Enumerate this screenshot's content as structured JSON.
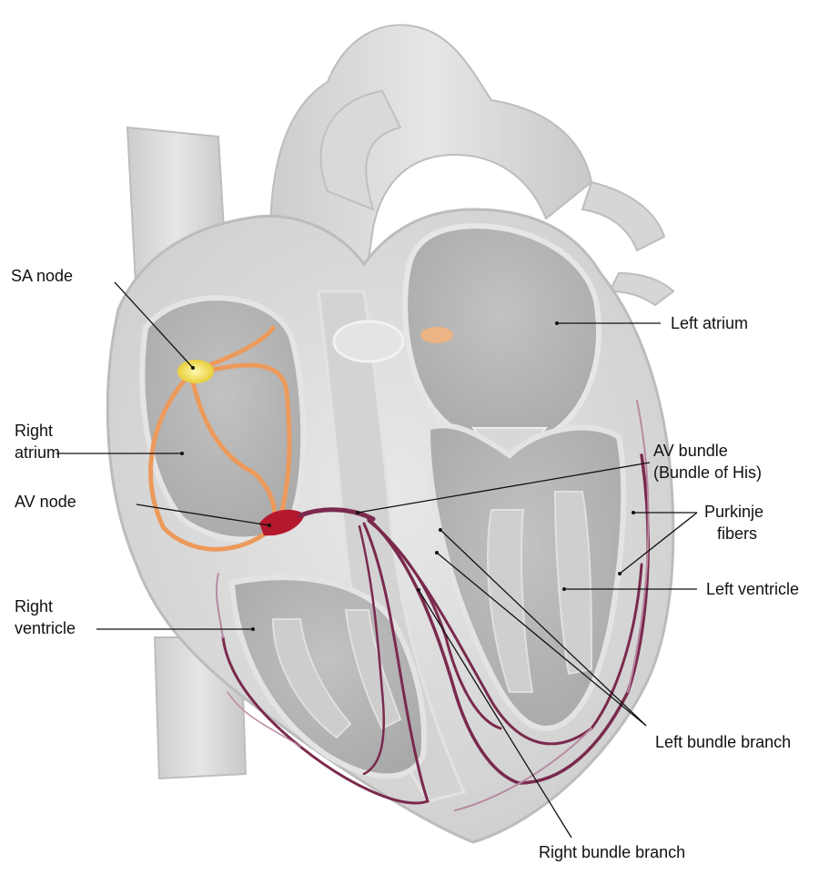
{
  "labels": {
    "sa_node": "SA node",
    "right_atrium_1": "Right",
    "right_atrium_2": "atrium",
    "av_node": "AV node",
    "right_ventricle_1": "Right",
    "right_ventricle_2": "ventricle",
    "left_atrium": "Left atrium",
    "av_bundle_1": "AV bundle",
    "av_bundle_2": "(Bundle of His)",
    "purkinje_1": "Purkinje",
    "purkinje_2": "fibers",
    "left_ventricle": "Left ventricle",
    "left_bundle_branch": "Left bundle branch",
    "right_bundle_branch": "Right bundle branch"
  },
  "colors": {
    "tissue_outer": "#dcdcdc",
    "tissue_mid": "#c9c9c9",
    "chamber": "#b9b9b9",
    "chamber_dark": "#a8a8a8",
    "wall_light": "#e9e9e9",
    "sa_node": "#f3e46a",
    "atrial_pathway": "#ec9a5c",
    "av_node": "#b4182c",
    "purkinje": "#7a2a4e",
    "purkinje_light": "#b98aa3",
    "leader_line": "#111111"
  }
}
